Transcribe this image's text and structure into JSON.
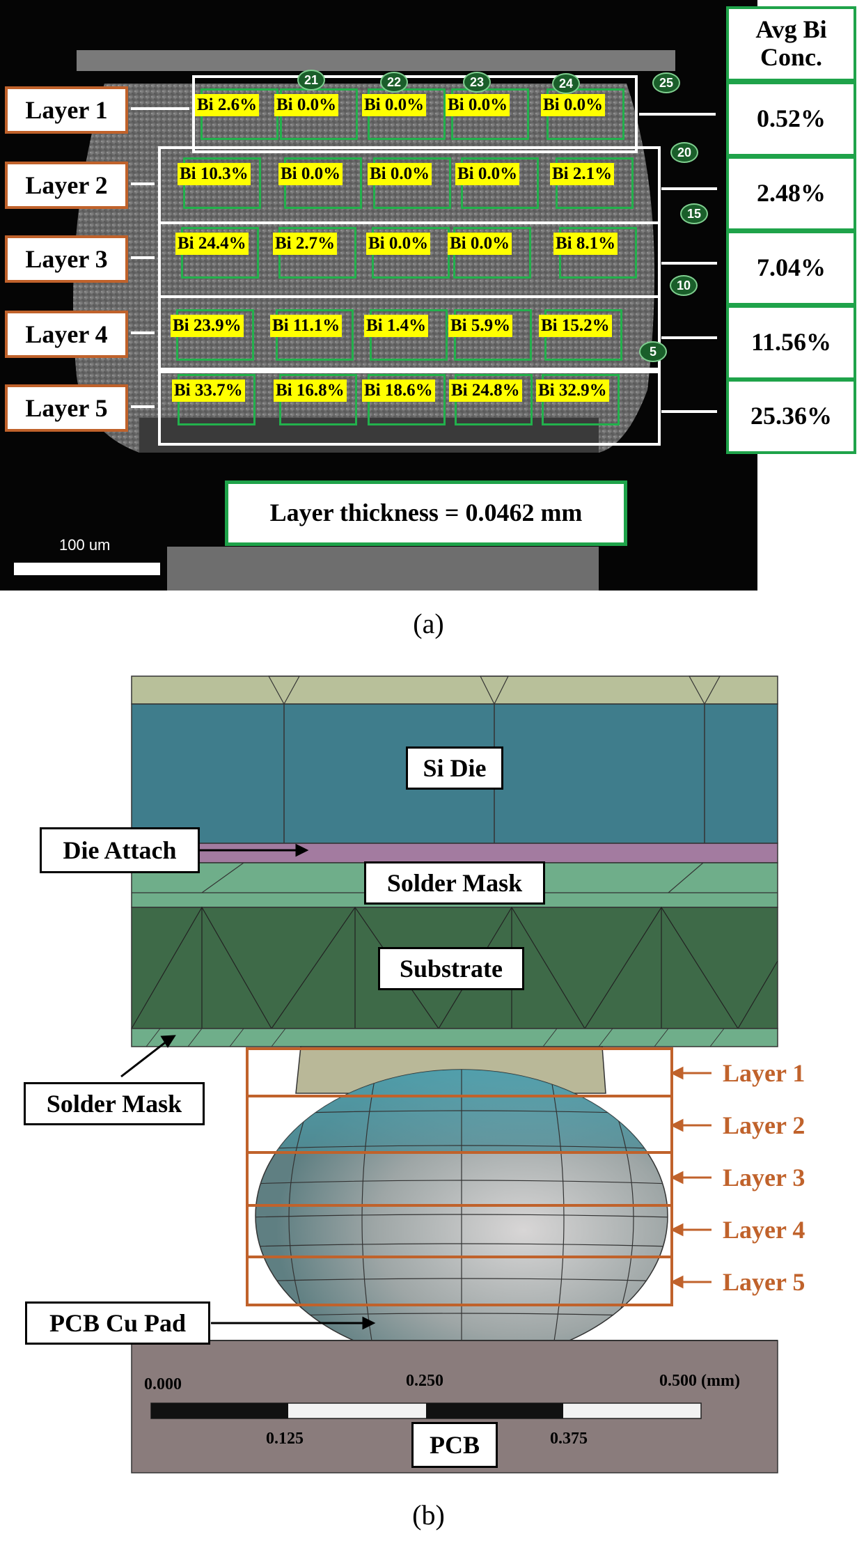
{
  "panel_a": {
    "caption": "(a)",
    "header": "Avg Bi Conc.",
    "layers": [
      {
        "label": "Layer 1",
        "avg": "0.52%",
        "cells": [
          "Bi 2.6%",
          "Bi 0.0%",
          "Bi 0.0%",
          "Bi 0.0%",
          "Bi 0.0%"
        ]
      },
      {
        "label": "Layer 2",
        "avg": "2.48%",
        "cells": [
          "Bi 10.3%",
          "Bi 0.0%",
          "Bi 0.0%",
          "Bi 0.0%",
          "Bi 2.1%"
        ]
      },
      {
        "label": "Layer 3",
        "avg": "7.04%",
        "cells": [
          "Bi 24.4%",
          "Bi 2.7%",
          "Bi 0.0%",
          "Bi 0.0%",
          "Bi 8.1%"
        ]
      },
      {
        "label": "Layer 4",
        "avg": "11.56%",
        "cells": [
          "Bi 23.9%",
          "Bi 11.1%",
          "Bi 1.4%",
          "Bi 5.9%",
          "Bi 15.2%"
        ]
      },
      {
        "label": "Layer 5",
        "avg": "25.36%",
        "cells": [
          "Bi 33.7%",
          "Bi 16.8%",
          "Bi 18.6%",
          "Bi 24.8%",
          "Bi 32.9%"
        ]
      }
    ],
    "grain_numbers": [
      "21",
      "22",
      "23",
      "24",
      "25",
      "20",
      "15",
      "10",
      "5"
    ],
    "layer_thickness": "Layer thickness = 0.0462 mm",
    "scale_bar": "100 um"
  },
  "panel_b": {
    "caption": "(b)",
    "labels": {
      "si_die": "Si Die",
      "die_attach": "Die Attach",
      "solder_mask_top": "Solder Mask",
      "substrate": "Substrate",
      "solder_mask_bottom": "Solder Mask",
      "pcb_cu_pad": "PCB Cu Pad",
      "pcb": "PCB"
    },
    "layers": [
      "Layer 1",
      "Layer 2",
      "Layer 3",
      "Layer 4",
      "Layer 5"
    ],
    "scale": {
      "top_ticks": [
        "0.000",
        "0.250",
        "0.500 (mm)"
      ],
      "bottom_ticks": [
        "0.125",
        "0.375"
      ]
    }
  },
  "colors": {
    "orange": "#c0622b",
    "green": "#1fa34a",
    "yellow": "#ffff00",
    "si_die": "#3f7d8c",
    "die_attach": "#a37ba0",
    "solder_mask": "#6fae8a",
    "substrate": "#3e6a48",
    "pcb": "#8a7c7c"
  }
}
